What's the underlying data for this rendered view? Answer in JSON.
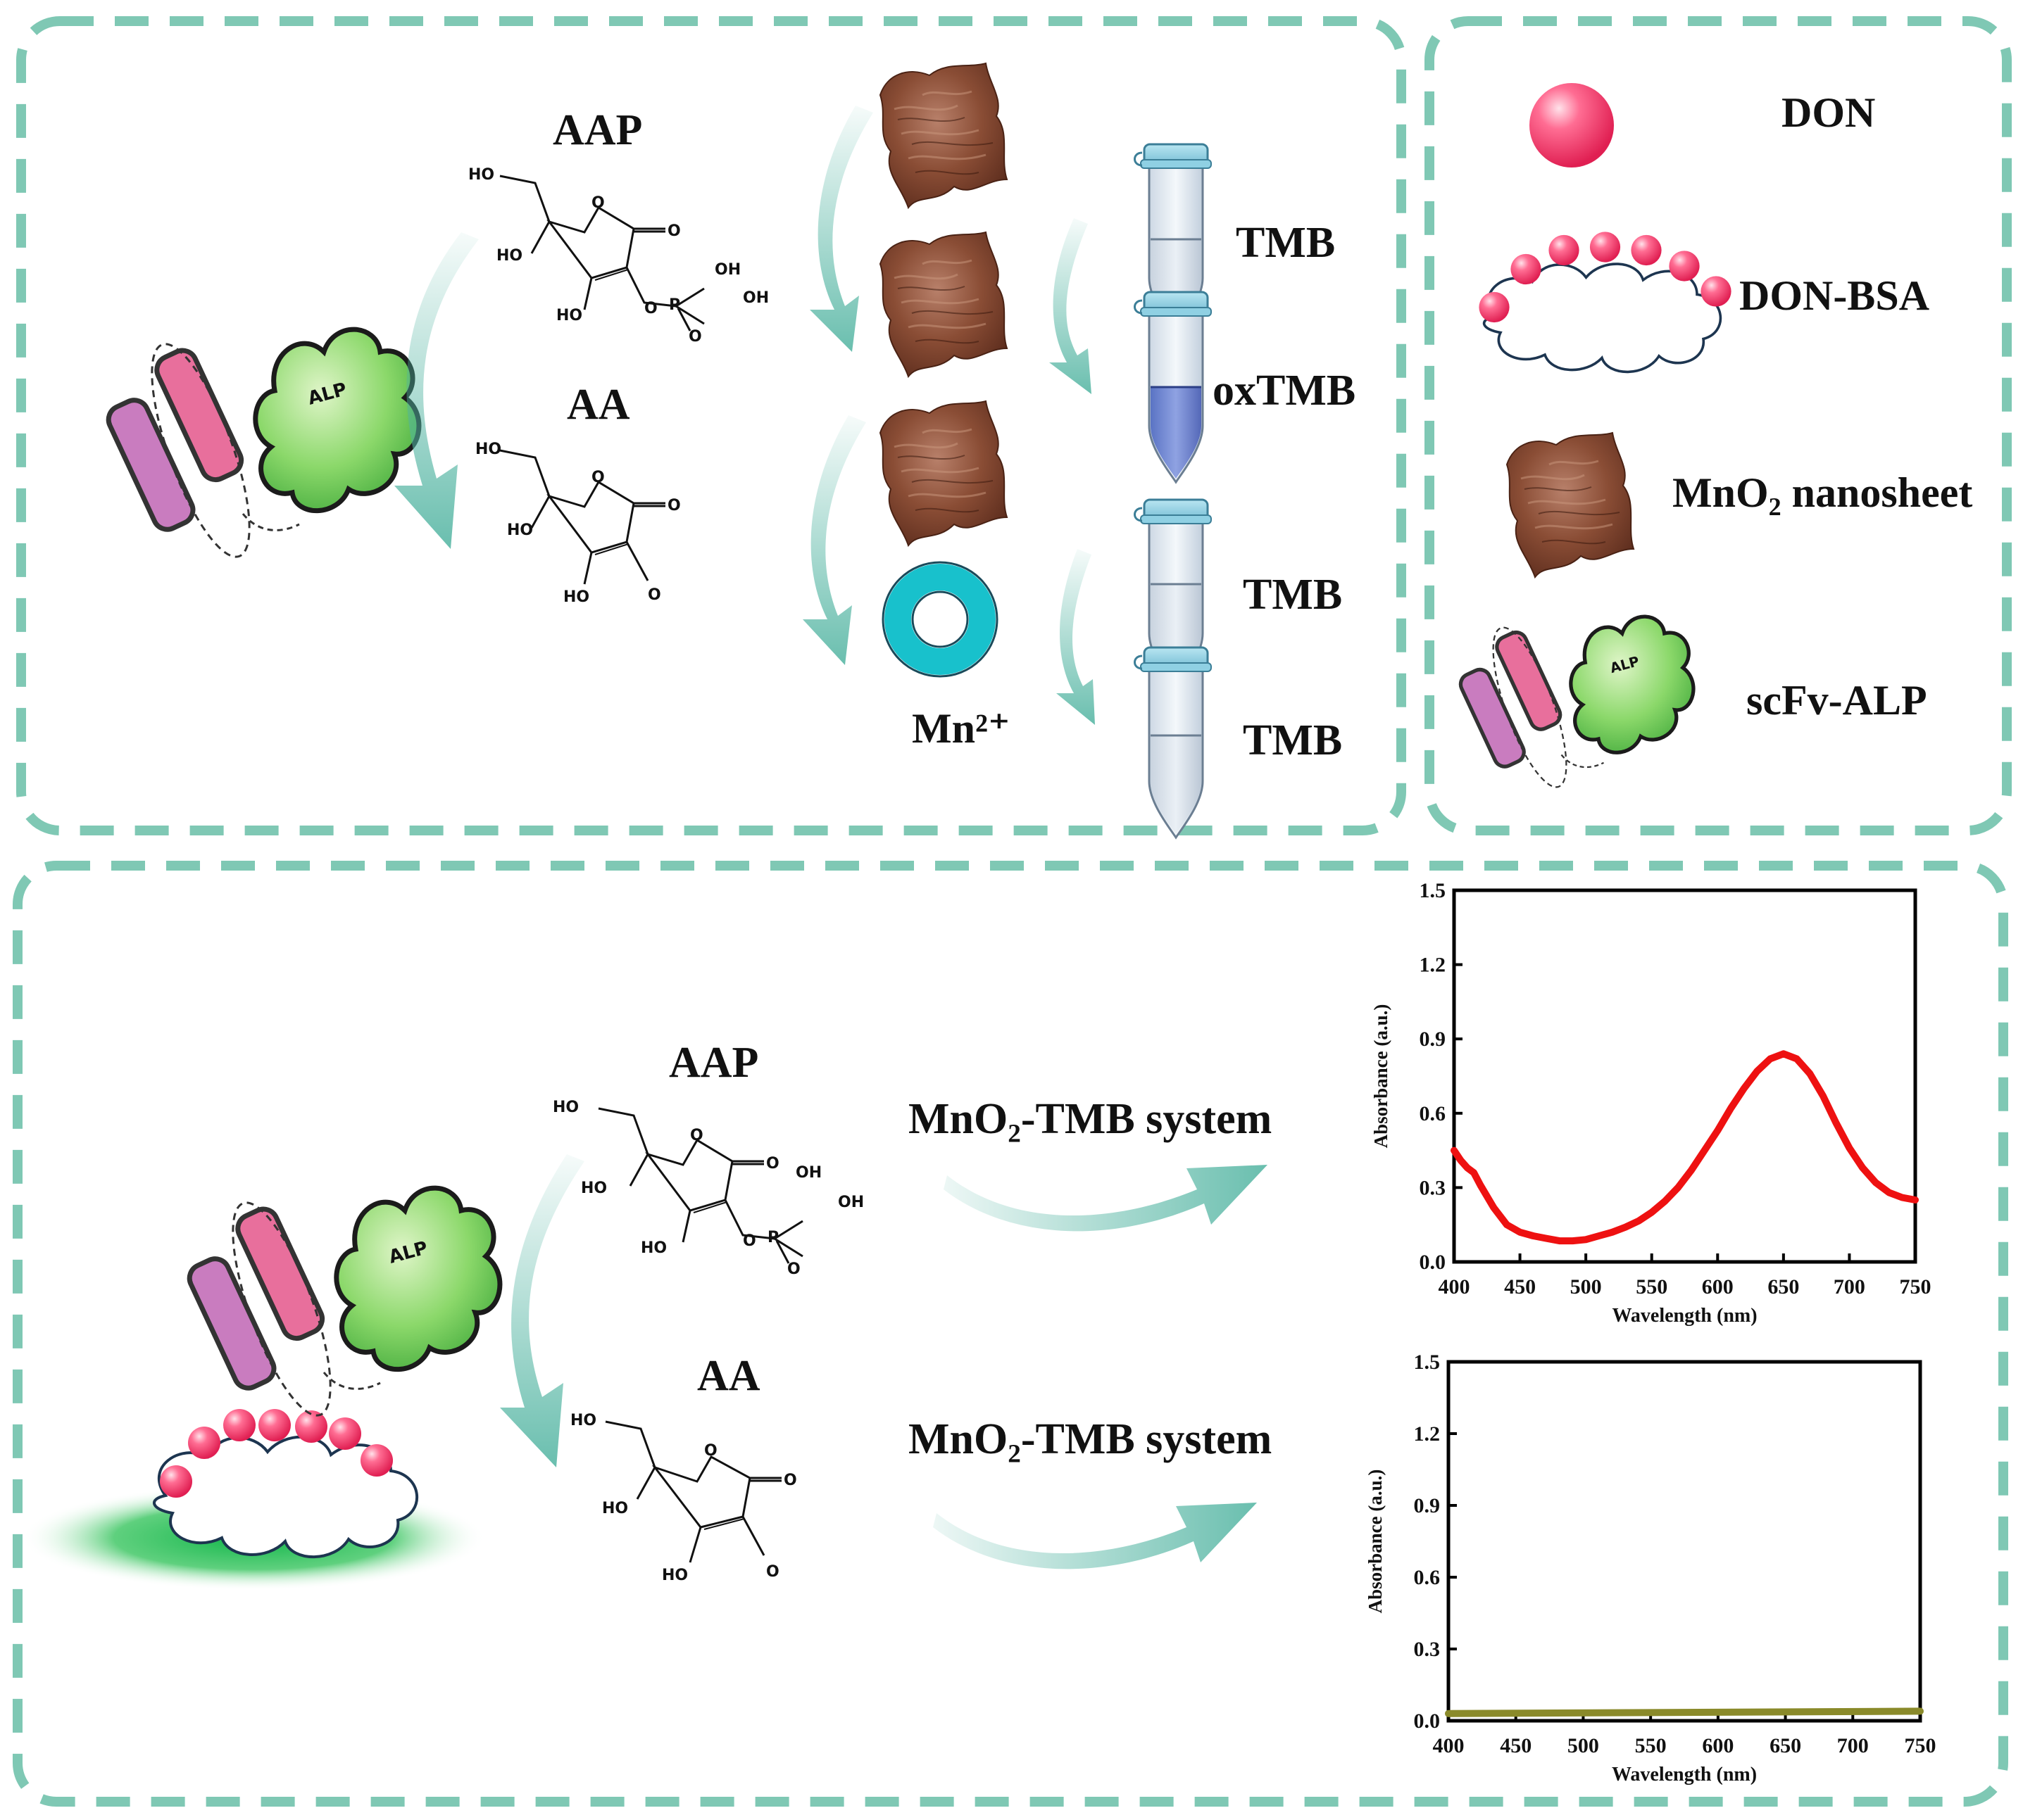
{
  "top_left_panel": {
    "aap_label": "AAP",
    "aa_label": "AA",
    "mn_label": "Mn²⁺",
    "tube_labels": [
      "TMB",
      "oxTMB",
      "TMB",
      "TMB"
    ],
    "alp_label": "ALP"
  },
  "legend_panel": {
    "items": [
      {
        "label": "DON",
        "icon": "pink-sphere-icon"
      },
      {
        "label": "DON-BSA",
        "icon": "bsa-cloud-icon"
      },
      {
        "label": "MnO₂ nanosheet",
        "icon": "nanosheet-icon"
      },
      {
        "label": "scFv-ALP",
        "icon": "scfv-alp-icon"
      }
    ],
    "alp_label": "ALP"
  },
  "bottom_panel": {
    "aap_label": "AAP",
    "aa_label": "AA",
    "system_label_1": "MnO₂-TMB system",
    "system_label_2": "MnO₂-TMB system",
    "alp_label": "ALP"
  },
  "chem": {
    "ho": "HO",
    "oh": "OH",
    "o": "O",
    "p": "P"
  },
  "colors": {
    "panel_border": "#7fc8b4",
    "arrow": "#4fb3a0",
    "spectrum_red": "#ee1111",
    "flat_line": "#8a8a2a",
    "mn_ring": "#18c1cc",
    "alp_green": "#7ad35a",
    "scfv_pink": "#e86f9c",
    "scfv_purple": "#c97cbf"
  },
  "chart_data": [
    {
      "type": "line",
      "xlabel": "Wavelength (nm)",
      "ylabel": "Absorbance (a.u.)",
      "xlim": [
        400,
        750
      ],
      "ylim": [
        0.0,
        1.5
      ],
      "xticks": [
        "400",
        "450",
        "500",
        "550",
        "600",
        "650",
        "700",
        "750"
      ],
      "yticks": [
        "0.0",
        "0.3",
        "0.6",
        "0.9",
        "1.2",
        "1.5"
      ],
      "series": [
        {
          "x": [
            400,
            405,
            410,
            415,
            420,
            430,
            440,
            450,
            460,
            470,
            480,
            490,
            500,
            510,
            520,
            530,
            540,
            550,
            560,
            570,
            580,
            590,
            600,
            610,
            620,
            630,
            640,
            650,
            660,
            670,
            680,
            690,
            700,
            710,
            720,
            730,
            740,
            750
          ],
          "y": [
            0.45,
            0.41,
            0.38,
            0.36,
            0.31,
            0.22,
            0.15,
            0.12,
            0.105,
            0.095,
            0.085,
            0.085,
            0.09,
            0.105,
            0.12,
            0.14,
            0.165,
            0.2,
            0.245,
            0.3,
            0.37,
            0.45,
            0.53,
            0.62,
            0.7,
            0.77,
            0.82,
            0.84,
            0.82,
            0.76,
            0.67,
            0.56,
            0.46,
            0.38,
            0.32,
            0.28,
            0.26,
            0.25
          ]
        }
      ]
    },
    {
      "type": "line",
      "xlabel": "Wavelength (nm)",
      "ylabel": "Absorbance (a.u.)",
      "xlim": [
        400,
        750
      ],
      "ylim": [
        0.0,
        1.5
      ],
      "xticks": [
        "400",
        "450",
        "500",
        "550",
        "600",
        "650",
        "700",
        "750"
      ],
      "yticks": [
        "0.0",
        "0.3",
        "0.6",
        "0.9",
        "1.2",
        "1.5"
      ],
      "series": [
        {
          "x": [
            400,
            750
          ],
          "y": [
            0.03,
            0.04
          ]
        }
      ]
    }
  ]
}
